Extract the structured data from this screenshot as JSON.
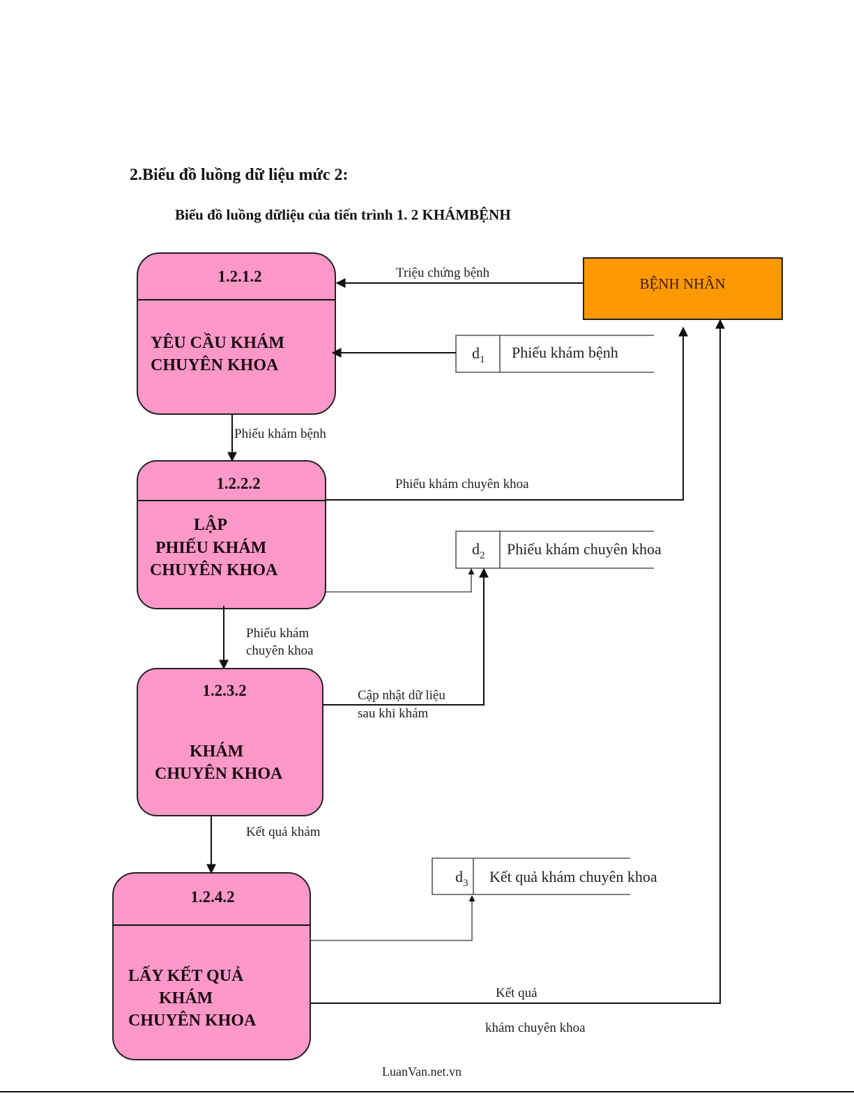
{
  "headings": {
    "section_title": "2.Biểu đồ luồng dữ liệu mức 2:",
    "diagram_title": "Biểu đồ luồng dữliệu của tiến trình  1. 2  KHÁMBỆNH"
  },
  "colors": {
    "process_fill": "#fd98c9",
    "entity_fill": "#fd9900"
  },
  "entity": {
    "label": "BỆNH NHÂN"
  },
  "processes": [
    {
      "id": "1.2.1.2",
      "lines": [
        "YÊU CẦU KHÁM",
        "CHUYÊN KHOA"
      ]
    },
    {
      "id": "1.2.2.2",
      "lines": [
        "LẬP",
        "PHIẾU KHÁM",
        "CHUYÊN KHOA"
      ]
    },
    {
      "id": "1.2.3.2",
      "lines": [
        "KHÁM",
        "CHUYÊN KHOA"
      ]
    },
    {
      "id": "1.2.4.2",
      "lines": [
        "LẤY KẾT QUẢ",
        "KHÁM",
        "CHUYÊN KHOA"
      ]
    }
  ],
  "stores": [
    {
      "code": "d",
      "sub": "1",
      "label": "Phiếu khám bệnh"
    },
    {
      "code": "d",
      "sub": "2",
      "label": "Phiếu khám chuyên khoa"
    },
    {
      "code": "d",
      "sub": "3",
      "label": "Kết quả khám chuyên khoa"
    }
  ],
  "flows": {
    "symptoms": "Triệu chứng bệnh",
    "p1_to_p2": "Phiếu khám bệnh",
    "p2_to_entity": "Phiếu khám chuyên khoa",
    "p2_to_p3_line1": "Phiếu khám",
    "p2_to_p3_line2": "chuyên khoa",
    "p3_to_d2_line1": "Cập nhật dữ liệu",
    "p3_to_d2_line2": "sau khi khám",
    "p3_to_p4": "Kết quả khám",
    "p4_to_entity_line1": "Kết quả",
    "p4_to_entity_line2": "khám chuyên khoa"
  },
  "footer": {
    "watermark": "LuanVan.net.vn"
  }
}
